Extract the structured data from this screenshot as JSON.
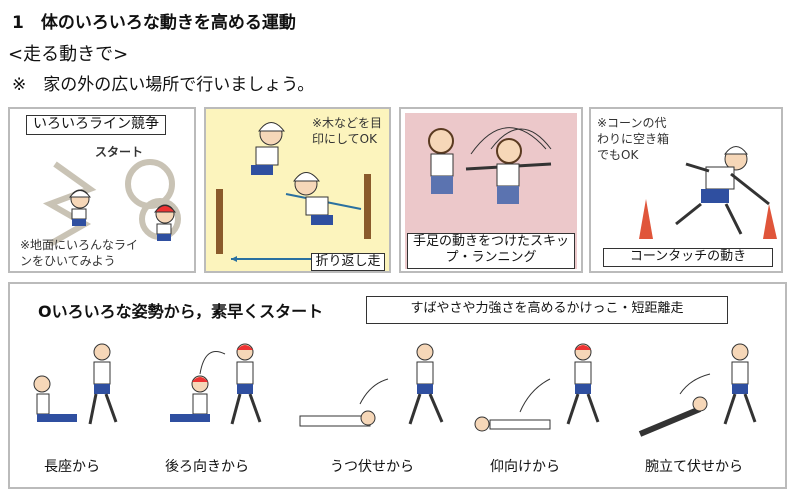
{
  "heading": "1　体のいろいろな動きを高める運動",
  "subheading": "<走る動きで>",
  "note": "※　家の外の広い場所で行いましょう。",
  "panels": [
    {
      "title": "いろいろライン競争",
      "start": "スタート",
      "note": "※地面にいろんなラインをひいてみよう"
    },
    {
      "note": "※木などを目印にしてOK",
      "caption": "折り返し走"
    },
    {
      "caption": "手足の動きをつけたスキップ・ランニング"
    },
    {
      "note": "※コーンの代わりに空き箱でもOK",
      "caption": "コーンタッチの動き"
    }
  ],
  "bottom": {
    "title": "Oいろいろな姿勢から，素早くスタート",
    "badge": "すばやさや力強さを高めるかけっこ・短距離走",
    "positions": [
      "長座から",
      "後ろ向きから",
      "うつ伏せから",
      "仰向けから",
      "腕立て伏せから"
    ]
  },
  "colors": {
    "yellow": "#fcf4bd",
    "pink": "#ecc8ca",
    "cone": "#e0553a",
    "shorts": "#2f4fa0"
  }
}
